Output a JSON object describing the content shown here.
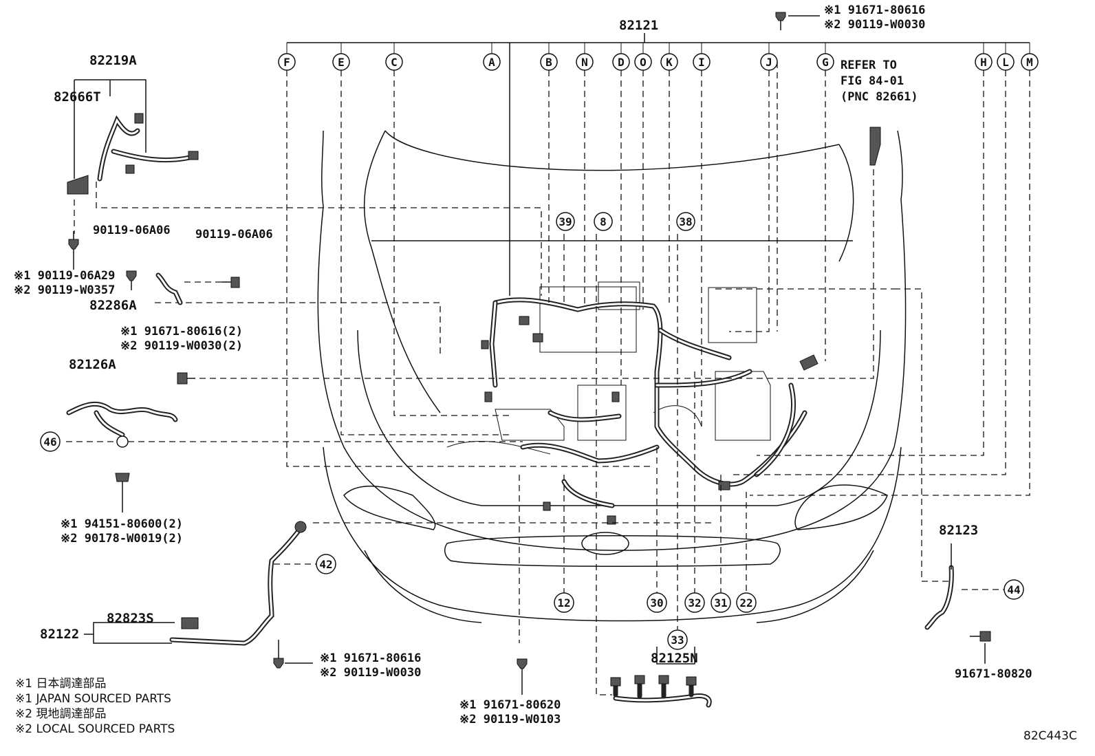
{
  "parts": {
    "main_harness": "82121",
    "harness_82219a": "82219A",
    "harness_82666t": "82666T",
    "bolt_90119_06a06_a": "90119-06A06",
    "bolt_90119_06a06_b": "90119-06A06",
    "clamp_82286a": "82286A",
    "harness_82126a": "82126A",
    "harness_82122": "82122",
    "harness_82823s": "82823S",
    "harness_82123": "82123",
    "bolt_91671_80820": "91671-80820",
    "harness_82125n": "82125N",
    "refer_line1": "REFER TO",
    "refer_line2": "FIG 84-01",
    "refer_line3": "(PNC 82661)"
  },
  "fasteners": {
    "top": [
      "※1 91671-80616",
      "※2 90119-W0030"
    ],
    "left_bolt": [
      "※1 90119-06A29",
      "※2 90119-W0357"
    ],
    "left_mid": [
      "※1 91671-80616(2)",
      "※2 90119-W0030(2)"
    ],
    "left_clip": [
      "※1 94151-80600(2)",
      "※2 90178-W0019(2)"
    ],
    "bottom_left": [
      "※1 91671-80616",
      "※2 90119-W0030"
    ],
    "bottom_center": [
      "※1 91671-80620",
      "※2 90119-W0103"
    ]
  },
  "letter_callouts": [
    "F",
    "E",
    "C",
    "A",
    "B",
    "N",
    "D",
    "O",
    "K",
    "I",
    "J",
    "G",
    "H",
    "L",
    "M"
  ],
  "number_callouts": {
    "n39": "39",
    "n8": "8",
    "n38": "38",
    "n46": "46",
    "n42": "42",
    "n44": "44",
    "n12": "12",
    "n30": "30",
    "n32": "32",
    "n31": "31",
    "n22": "22",
    "n33": "33"
  },
  "notes": [
    "※1 日本調達部品",
    "※1 JAPAN SOURCED PARTS",
    "※2 現地調達部品",
    "※2 LOCAL SOURCED PARTS"
  ],
  "figure_code": "82C443C"
}
